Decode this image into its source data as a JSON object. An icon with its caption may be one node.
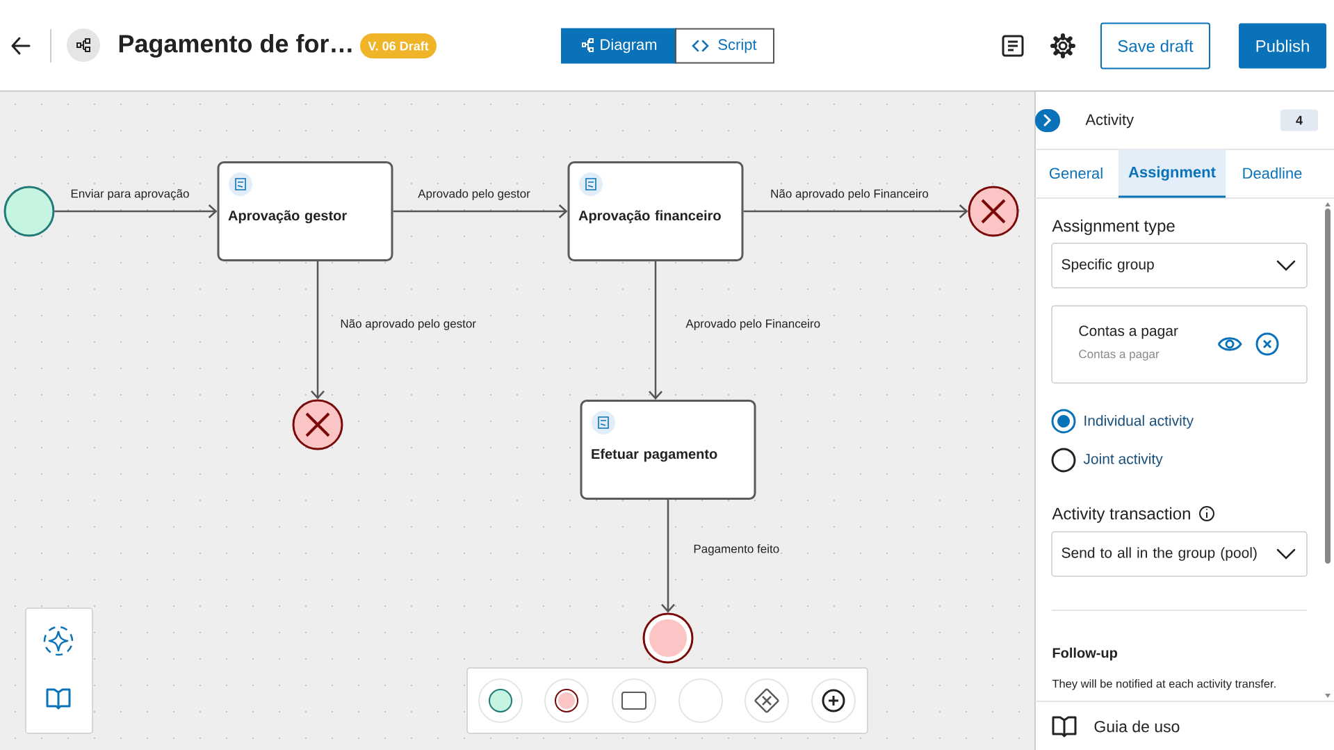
{
  "diagram": {
    "title": "Pagamento de for…",
    "nodes": [
      {
        "text": [],
        "shape": "circle"
      },
      {
        "text": [
          "Aprovação gestor"
        ]
      },
      {
        "text": [
          "Aprovação financeiro"
        ]
      },
      {
        "text": [],
        "shape": "circle"
      },
      {
        "text": [],
        "shape": "circle"
      },
      {
        "text": [
          "Efetuar pagamento"
        ]
      },
      {
        "text": [],
        "shape": "circle"
      }
    ],
    "edges": [
      {
        "from": 0,
        "to": 1,
        "arrow": "to",
        "label": "Enviar para aprovação"
      },
      {
        "from": 1,
        "to": 2,
        "arrow": "to",
        "label": "Aprovado pelo gestor"
      },
      {
        "from": 2,
        "to": 3,
        "arrow": "to",
        "label": "Não aprovado pelo Financeiro"
      },
      {
        "from": 1,
        "to": 4,
        "arrow": "to",
        "label": "Não aprovado pelo gestor"
      },
      {
        "from": 2,
        "to": 5,
        "arrow": "to",
        "label": "Aprovado pelo Financeiro"
      },
      {
        "from": 5,
        "to": 6,
        "arrow": "to",
        "label": "Pagamento feito"
      }
    ],
    "labels": [
      "V. 06 Draft",
      "Diagram",
      "Script",
      "Save draft",
      "Publish",
      "Activity",
      "4",
      "General",
      "Assignment",
      "Deadline",
      "Assignment type",
      "Specific group",
      "Contas a pagar",
      "Contas a pagar",
      "Individual activity",
      "Joint activity",
      "Activity transaction",
      "Send to all in the group (pool)",
      "Follow-up",
      "They will be notified at each activity transfer.",
      "Guia de uso"
    ]
  }
}
